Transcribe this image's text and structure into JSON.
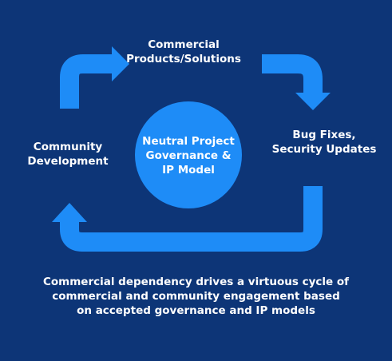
{
  "diagram": {
    "top_label": "Commercial\nProducts/Solutions",
    "right_label": "Bug Fixes,\nSecurity Updates",
    "left_label": "Community\nDevelopment",
    "center_label": "Neutral Project\nGovernance &\nIP Model",
    "caption": "Commercial dependency drives a virtuous cycle of\ncommercial and community engagement based\non accepted governance and IP models"
  },
  "colors": {
    "background": "#0d3577",
    "arrow": "#1e8cf7",
    "circle": "#1e8cf7",
    "text": "#ffffff"
  }
}
